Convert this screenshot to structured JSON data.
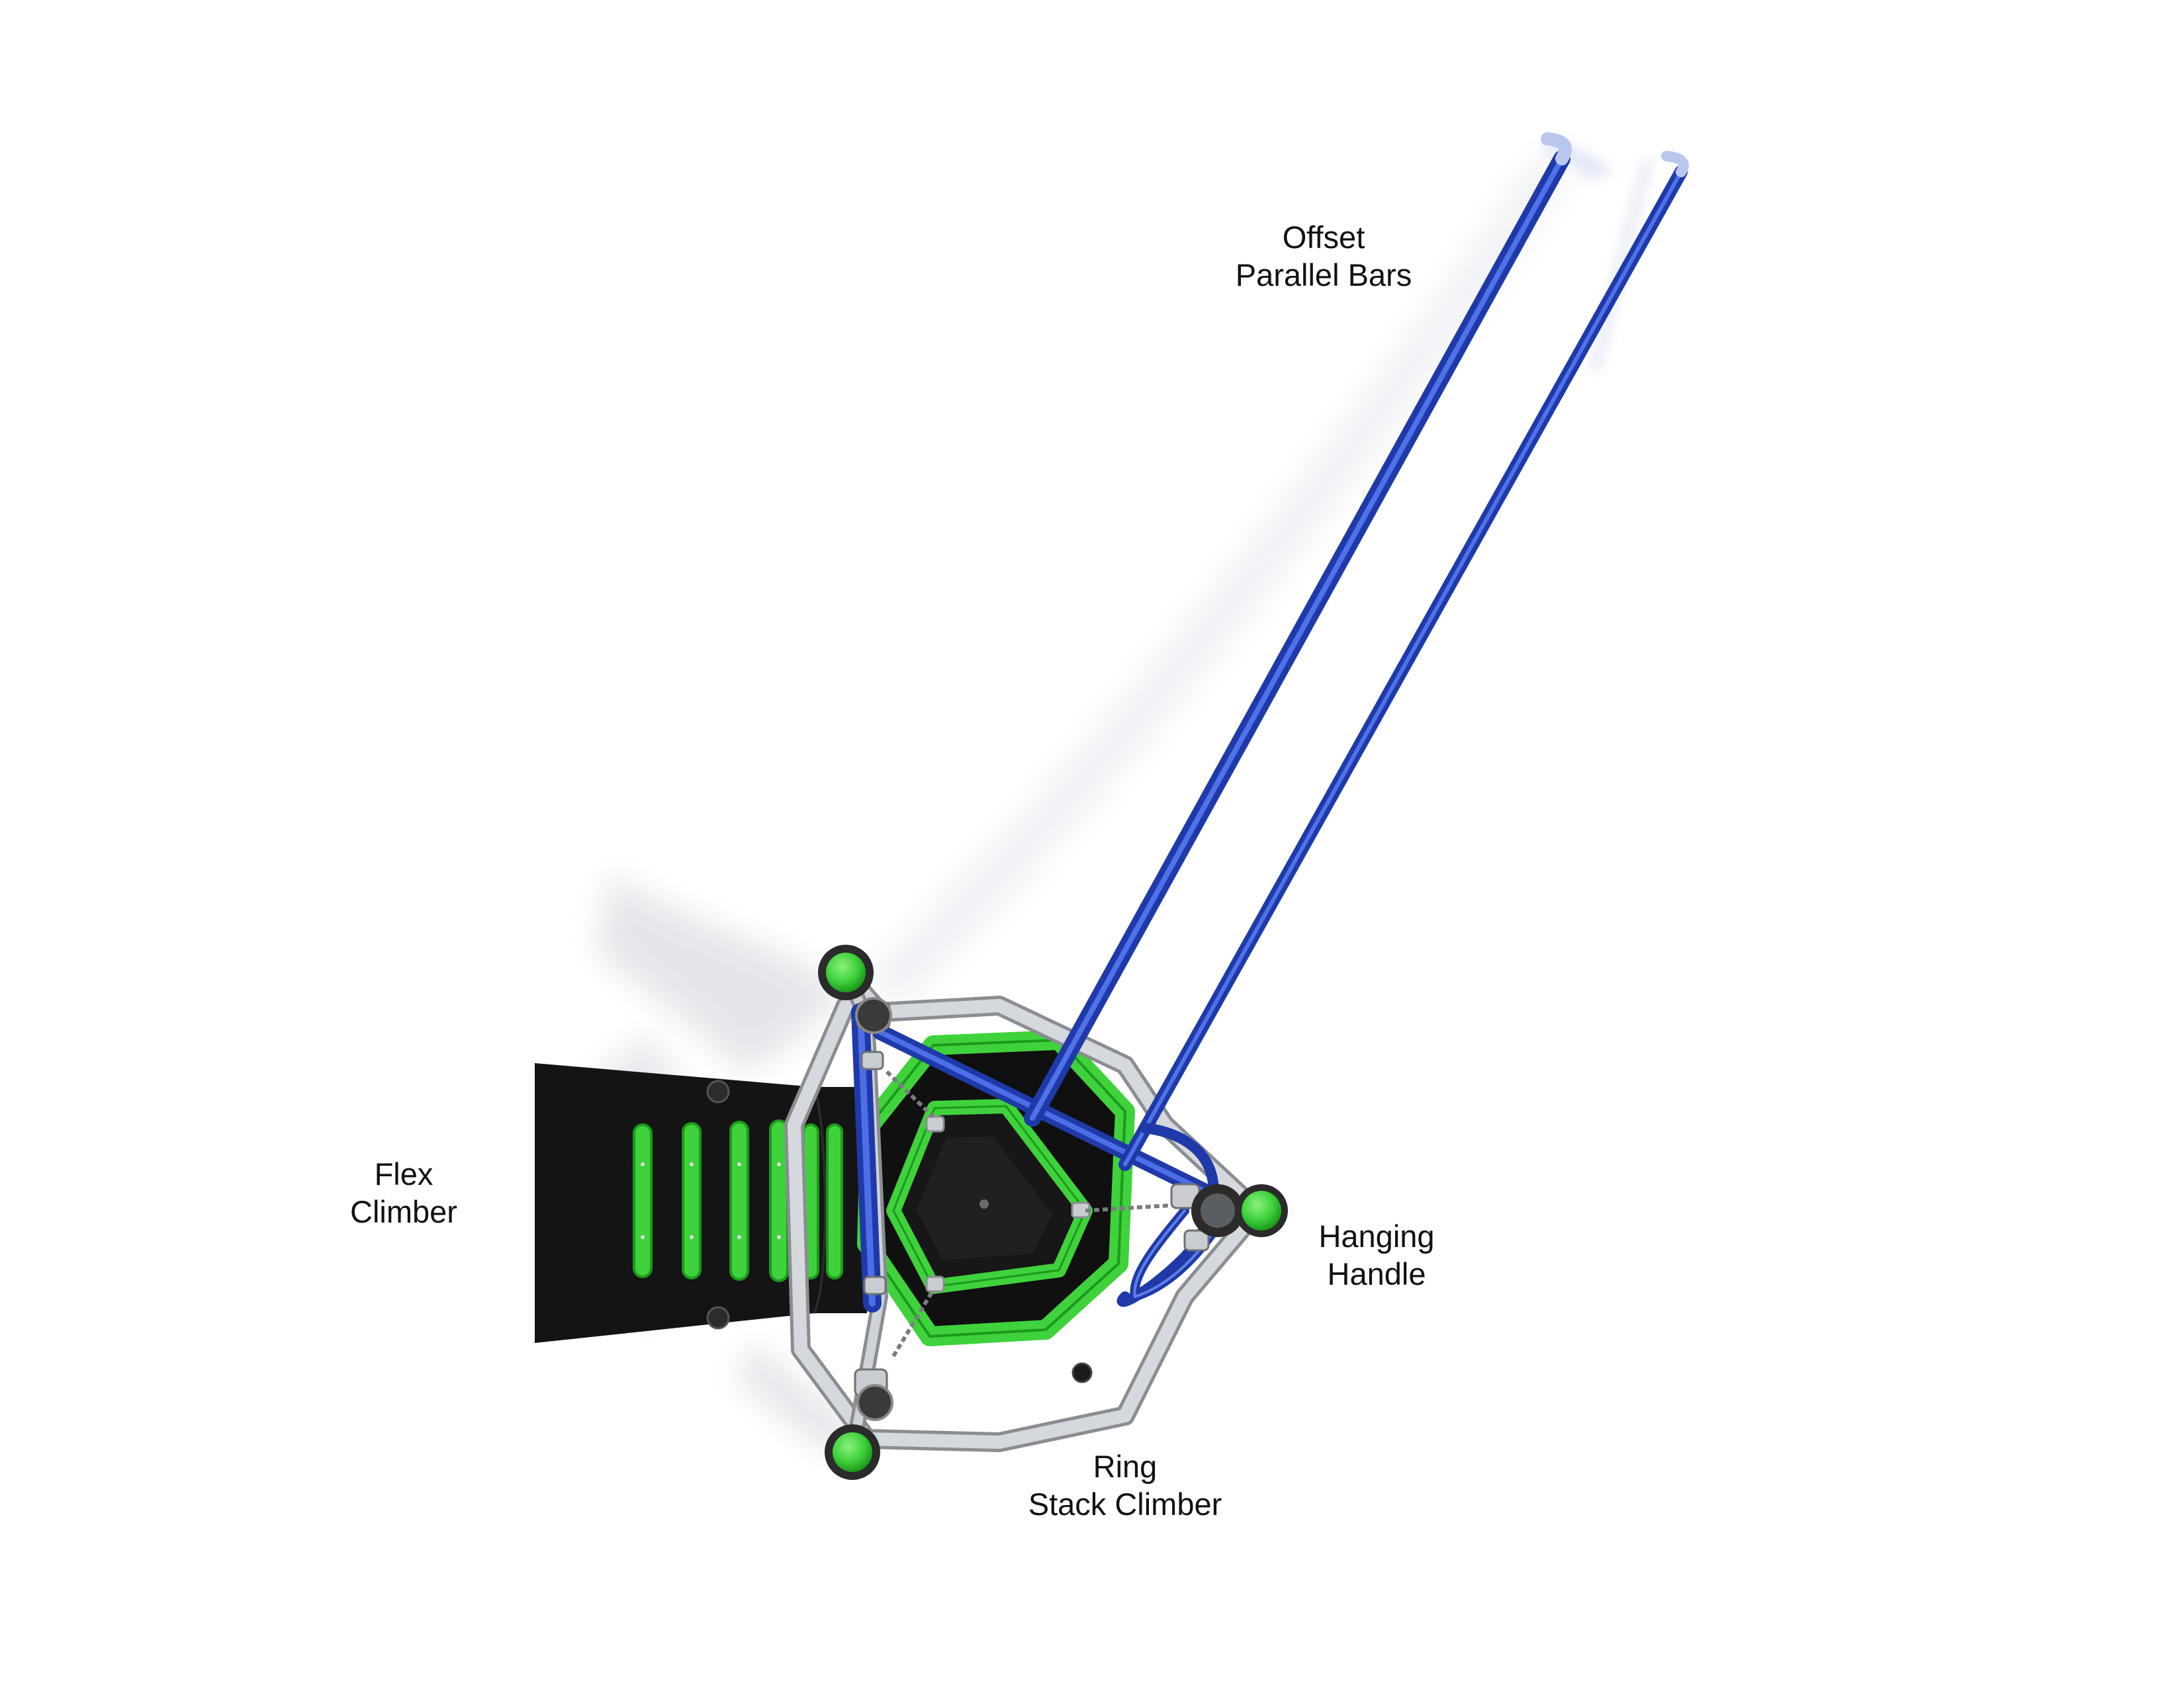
{
  "labels": {
    "offset_parallel_bars": {
      "line1": "Offset",
      "line2": "Parallel Bars"
    },
    "flex_climber": {
      "line1": "Flex",
      "line2": "Climber"
    },
    "hanging_handle": {
      "line1": "Hanging",
      "line2": "Handle"
    },
    "ring_stack_climber": {
      "line1": "Ring",
      "line2": "Stack Climber"
    }
  },
  "colors": {
    "blue_bar": "#2747c4",
    "blue_light": "#5f7fe6",
    "green": "#3fd23c",
    "green_dark": "#1c9a1c",
    "steel": "#c9ccd0",
    "steel_dark": "#8a8d91",
    "black_panel": "#141414",
    "shadow": "#d7dae0"
  },
  "icons": {
    "structure": "playground-top-view"
  }
}
